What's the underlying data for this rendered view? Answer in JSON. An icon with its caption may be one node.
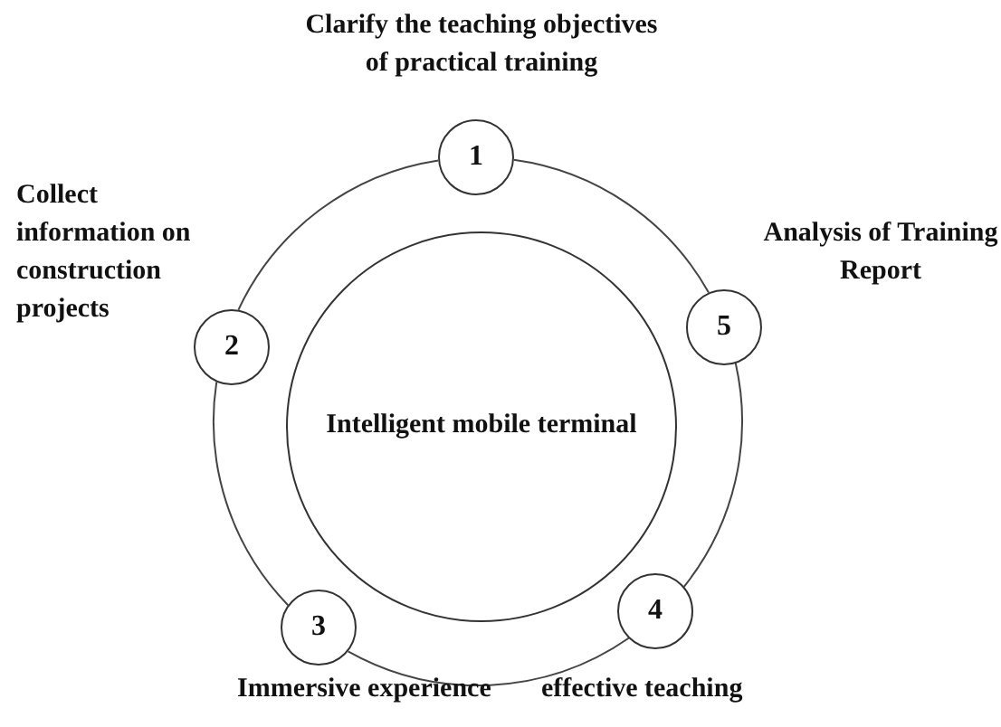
{
  "diagram": {
    "nodes": [
      {
        "text": [
          "1"
        ],
        "beside": [
          "Clarify the teaching objectives of practical training"
        ]
      },
      {
        "text": [
          "2"
        ],
        "beside": [
          "Collect information on construction projects"
        ]
      },
      {
        "text": [
          "3"
        ],
        "beside": [
          "Immersive experience"
        ]
      },
      {
        "text": [
          "4"
        ],
        "beside": [
          "effective teaching"
        ]
      },
      {
        "text": [
          "5"
        ],
        "beside": [
          "Analysis of Training Report"
        ]
      },
      {
        "text": [
          "Intelligent mobile terminal"
        ]
      }
    ],
    "edges": [
      {
        "from": 0,
        "to": 1,
        "arrow": "none"
      },
      {
        "from": 1,
        "to": 2,
        "arrow": "none"
      },
      {
        "from": 2,
        "to": 3,
        "arrow": "none"
      },
      {
        "from": 3,
        "to": 4,
        "arrow": "none"
      },
      {
        "from": 4,
        "to": 0,
        "arrow": "none"
      }
    ]
  }
}
